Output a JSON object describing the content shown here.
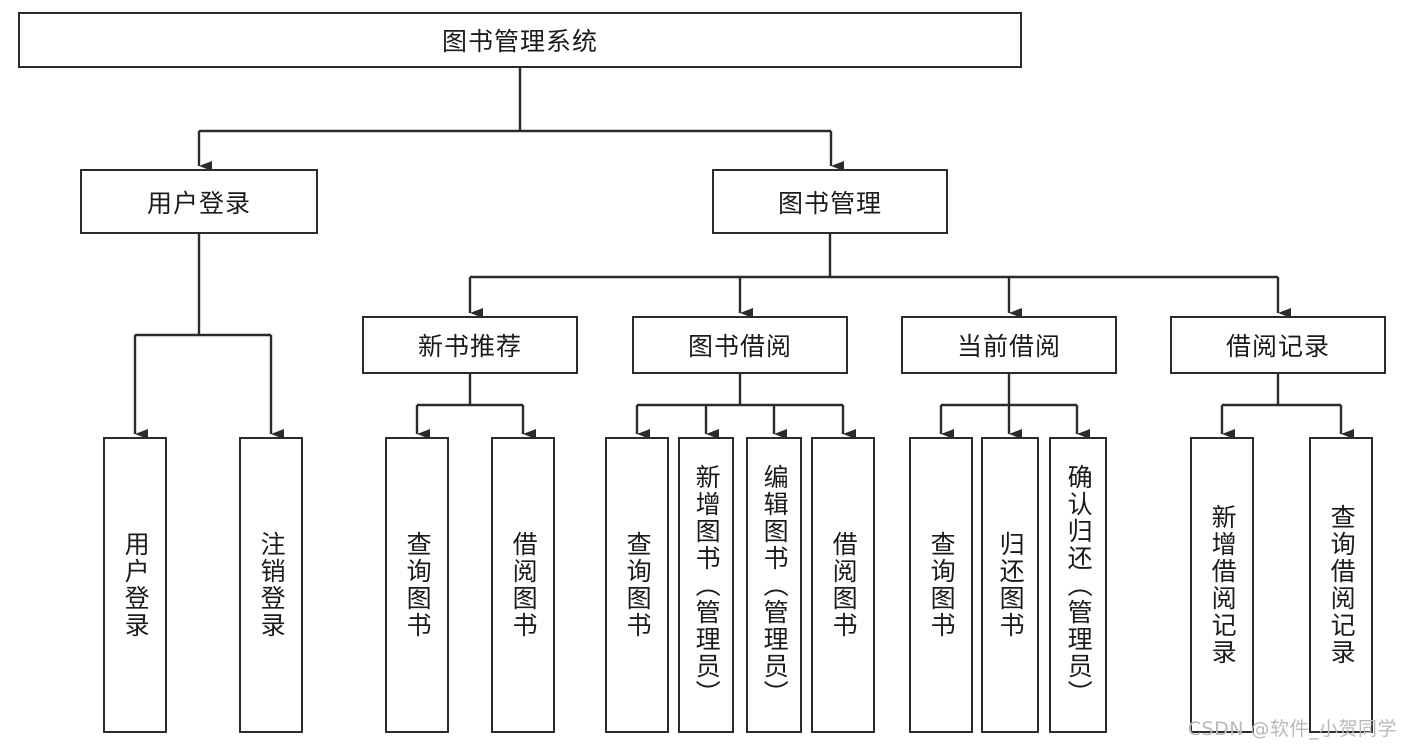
{
  "diagram": {
    "title": "图书管理系统",
    "type": "tree-hierarchy",
    "root": {
      "label": "图书管理系统"
    },
    "level1": [
      {
        "label": "用户登录"
      },
      {
        "label": "图书管理"
      }
    ],
    "level2": [
      {
        "label": "新书推荐"
      },
      {
        "label": "图书借阅"
      },
      {
        "label": "当前借阅"
      },
      {
        "label": "借阅记录"
      }
    ],
    "leaves_user_login": [
      {
        "label": "用户登录"
      },
      {
        "label": "注销登录"
      }
    ],
    "leaves_new_books": [
      {
        "label": "查询图书"
      },
      {
        "label": "借阅图书"
      }
    ],
    "leaves_borrow": [
      {
        "label": "查询图书"
      },
      {
        "label": "新增图书（管理员）"
      },
      {
        "label": "编辑图书（管理员）"
      },
      {
        "label": "借阅图书"
      }
    ],
    "leaves_current": [
      {
        "label": "查询图书"
      },
      {
        "label": "归还图书"
      },
      {
        "label": "确认归还（管理员）"
      }
    ],
    "leaves_records": [
      {
        "label": "新增借阅记录"
      },
      {
        "label": "查询借阅记录"
      }
    ]
  },
  "watermark": {
    "text": "CSDN @软件_小贺同学"
  },
  "colors": {
    "stroke": "#2b2b2b",
    "box_fill": "#ffffff",
    "text": "#1b1b1b",
    "watermark": "#b9b9b9"
  }
}
